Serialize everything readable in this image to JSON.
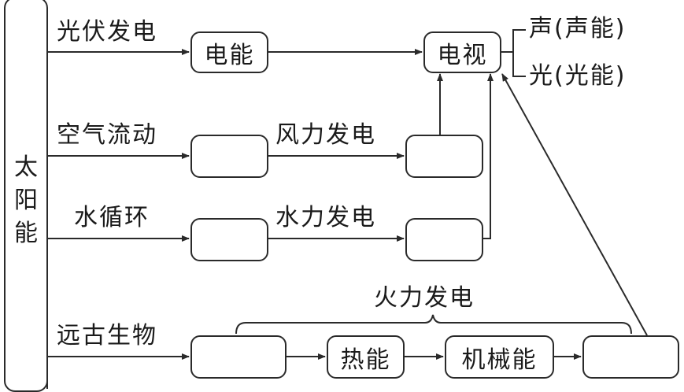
{
  "source": {
    "label_chars": [
      "太",
      "阳",
      "能"
    ]
  },
  "branches": {
    "pv": "光伏发电",
    "air": "空气流动",
    "water": "水循环",
    "fossil": "远古生物"
  },
  "processes": {
    "wind": "风力发电",
    "hydro": "水力发电",
    "thermal": "火力发电"
  },
  "boxes": {
    "electric": "电能",
    "tv": "电视",
    "heat": "热能",
    "mechanical": "机械能",
    "air_blank": "",
    "wind_blank": "",
    "water_blank": "",
    "hydro_blank": "",
    "fossil_blank": "",
    "thermal_blank": ""
  },
  "outputs": {
    "sound": "声(声能)",
    "light": "光(光能)"
  }
}
